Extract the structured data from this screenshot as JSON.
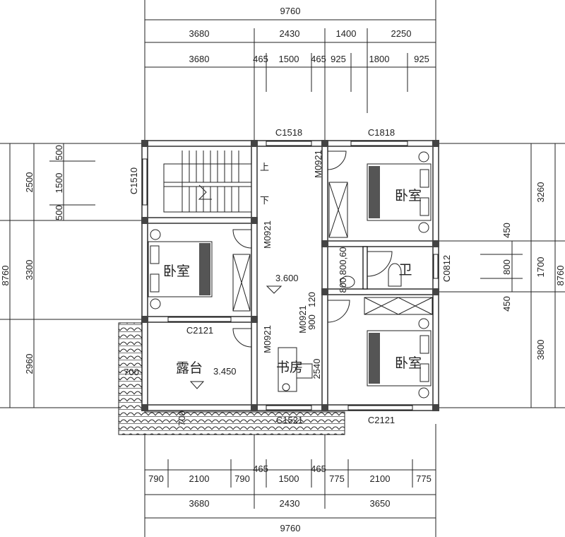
{
  "dimensions": {
    "top": {
      "total": "9760",
      "row2": [
        "3680",
        "2430",
        "1400",
        "2250"
      ],
      "row3": [
        "3680",
        "465",
        "1500",
        "465",
        "925",
        "1800",
        "925"
      ]
    },
    "bottom": {
      "row1": [
        "790",
        "2100",
        "790",
        "465",
        "1500",
        "465",
        "775",
        "2100",
        "775"
      ],
      "row2": [
        "3680",
        "2430",
        "3650"
      ],
      "total": "9760"
    },
    "left": {
      "total": "8760",
      "row2": [
        "2500",
        "3300",
        "2960"
      ],
      "row3": [
        "500",
        "1500",
        "500"
      ]
    },
    "right": {
      "total": "8760",
      "row2": [
        "3260",
        "1700",
        "3800"
      ],
      "row3": [
        "450",
        "800",
        "450"
      ]
    }
  },
  "labels": {
    "window_c1518": "C1518",
    "window_c1818": "C1818",
    "window_c1510": "C1510",
    "door_m0921_a": "M0921",
    "door_m0921_b": "M0921",
    "door_m0921_c": "M0921",
    "door_m0921_d": "M0921",
    "stair_up": "上",
    "stair_down": "下",
    "window_c0812": "C0812",
    "window_c2121_a": "C2121",
    "window_c2121_b": "C2121",
    "window_c1521": "C1521",
    "elev_floor": "3.600",
    "elev_terrace": "3.450",
    "dim_900": "900",
    "dim_120": "120",
    "dim_2540": "2540",
    "dim_700_a": "700",
    "dim_700_b": "700",
    "bath_dims": "800,800,60"
  },
  "rooms": {
    "bedroom_ne": "卧室",
    "bedroom_w": "卧室",
    "bedroom_se": "卧室",
    "bathroom": "卫",
    "terrace": "露台",
    "study": "书房"
  }
}
